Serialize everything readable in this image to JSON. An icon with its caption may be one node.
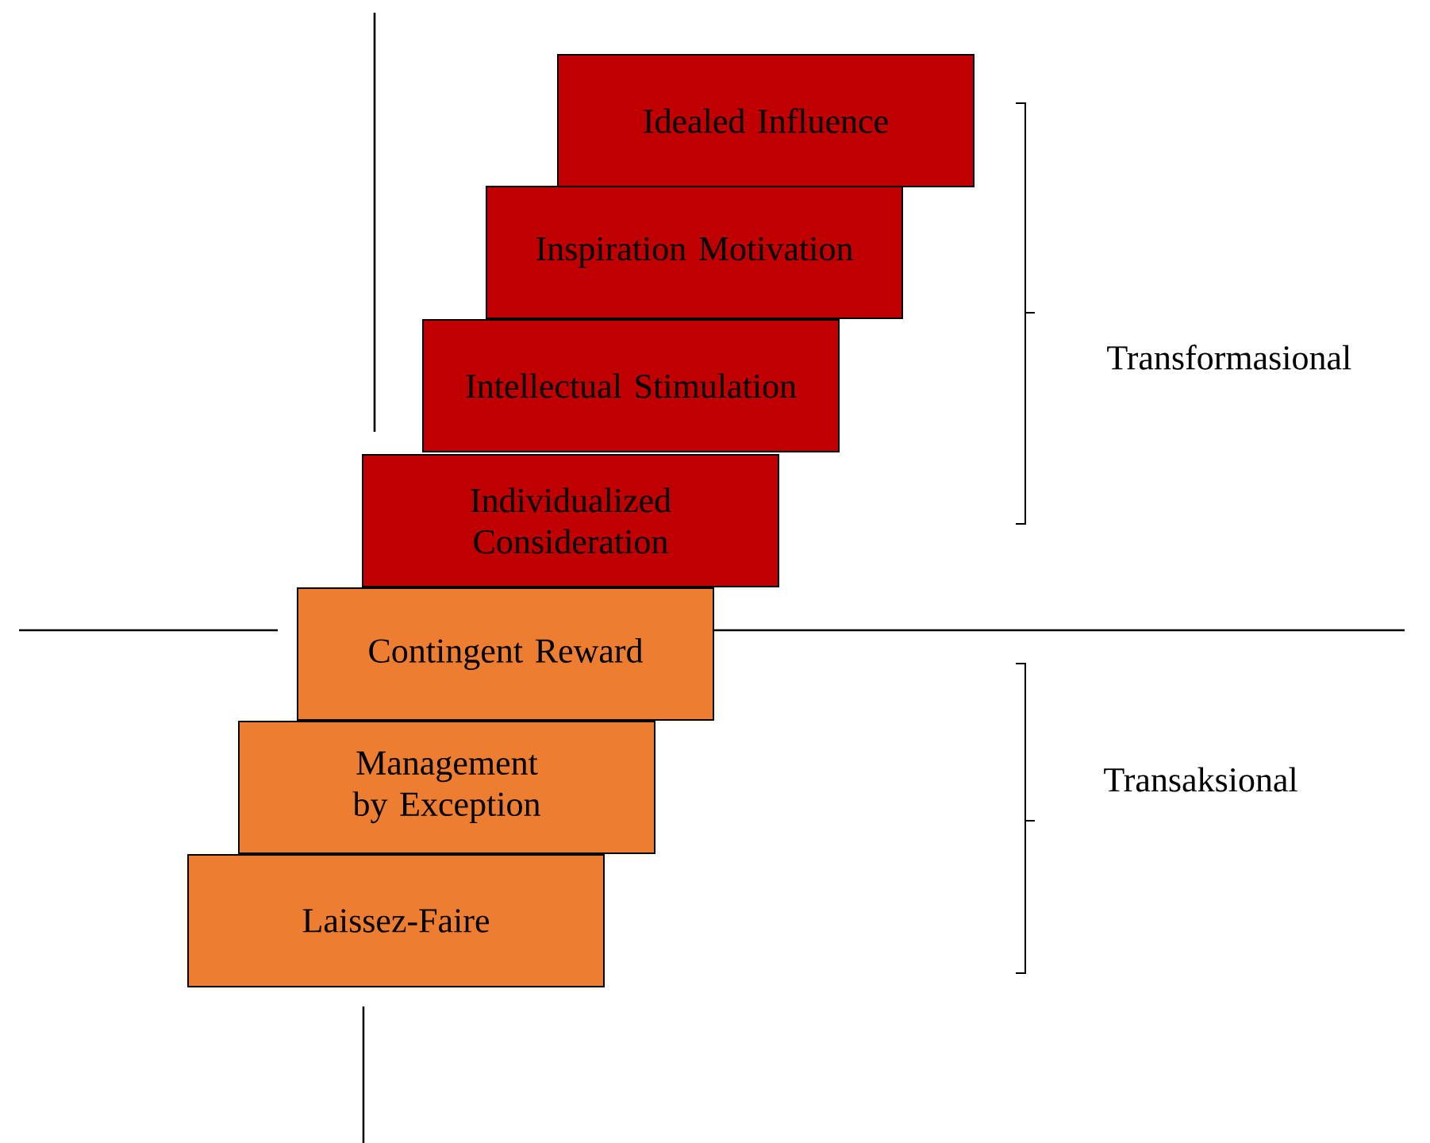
{
  "diagram": {
    "nodes": [
      {
        "text": [
          "Idealed Influence"
        ]
      },
      {
        "text": [
          "Inspiration Motivation"
        ]
      },
      {
        "text": [
          "Intellectual Stimulation"
        ]
      },
      {
        "text": [
          "Individualized Consideration"
        ]
      },
      {
        "text": [
          "Contingent Reward"
        ]
      },
      {
        "text": [
          "Management by Exception"
        ]
      },
      {
        "text": [
          "Laissez-Faire"
        ]
      }
    ],
    "labels": [
      "Transformasional",
      "Transaksional"
    ]
  }
}
